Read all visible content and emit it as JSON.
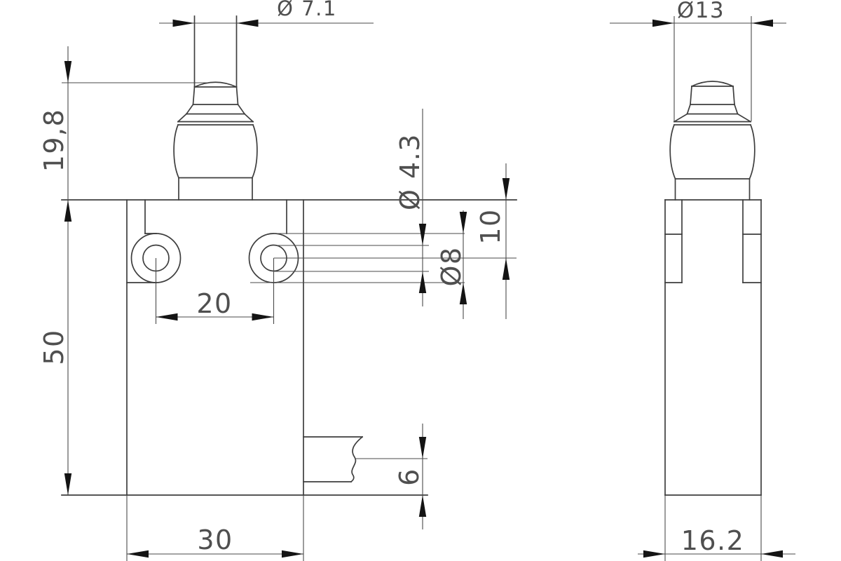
{
  "front_view": {
    "dimensions": {
      "stem_diameter": "Ø 7.1",
      "plunger_height": "19,8",
      "bore_diameter": "Ø 4.3",
      "hole_offset_from_top": "10",
      "counterbore_diameter": "Ø8",
      "hole_spacing": "20",
      "body_height": "50",
      "terminal_offset_from_bottom": "6",
      "body_width": "30"
    }
  },
  "side_view": {
    "dimensions": {
      "plunger_diameter": "Ø13",
      "body_depth": "16.2"
    }
  },
  "colors": {
    "background": "#ffffff",
    "object_line": "#3e3e3e",
    "dimension_line": "#4a4a4a",
    "arrow": "#141414",
    "text": "#4f4f4f"
  }
}
